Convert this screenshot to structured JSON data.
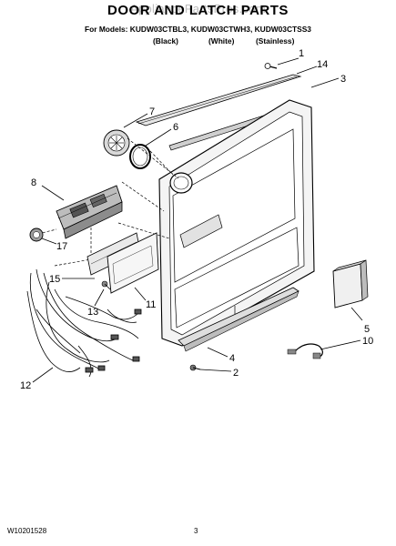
{
  "header": {
    "watermark": "AppliancePartsPros.com",
    "title": "DOOR AND LATCH PARTS",
    "models_line": "For Models: KUDW03CTBL3, KUDW03CTWH3, KUDW03CTSS3",
    "finishes": [
      "(Black)",
      "(White)",
      "(Stainless)"
    ]
  },
  "callouts": [
    "1",
    "14",
    "3",
    "7",
    "6",
    "8",
    "17",
    "15",
    "13",
    "11",
    "12",
    "4",
    "2",
    "5",
    "10"
  ],
  "footer": {
    "part_code": "W10201528",
    "page_number": "3"
  }
}
